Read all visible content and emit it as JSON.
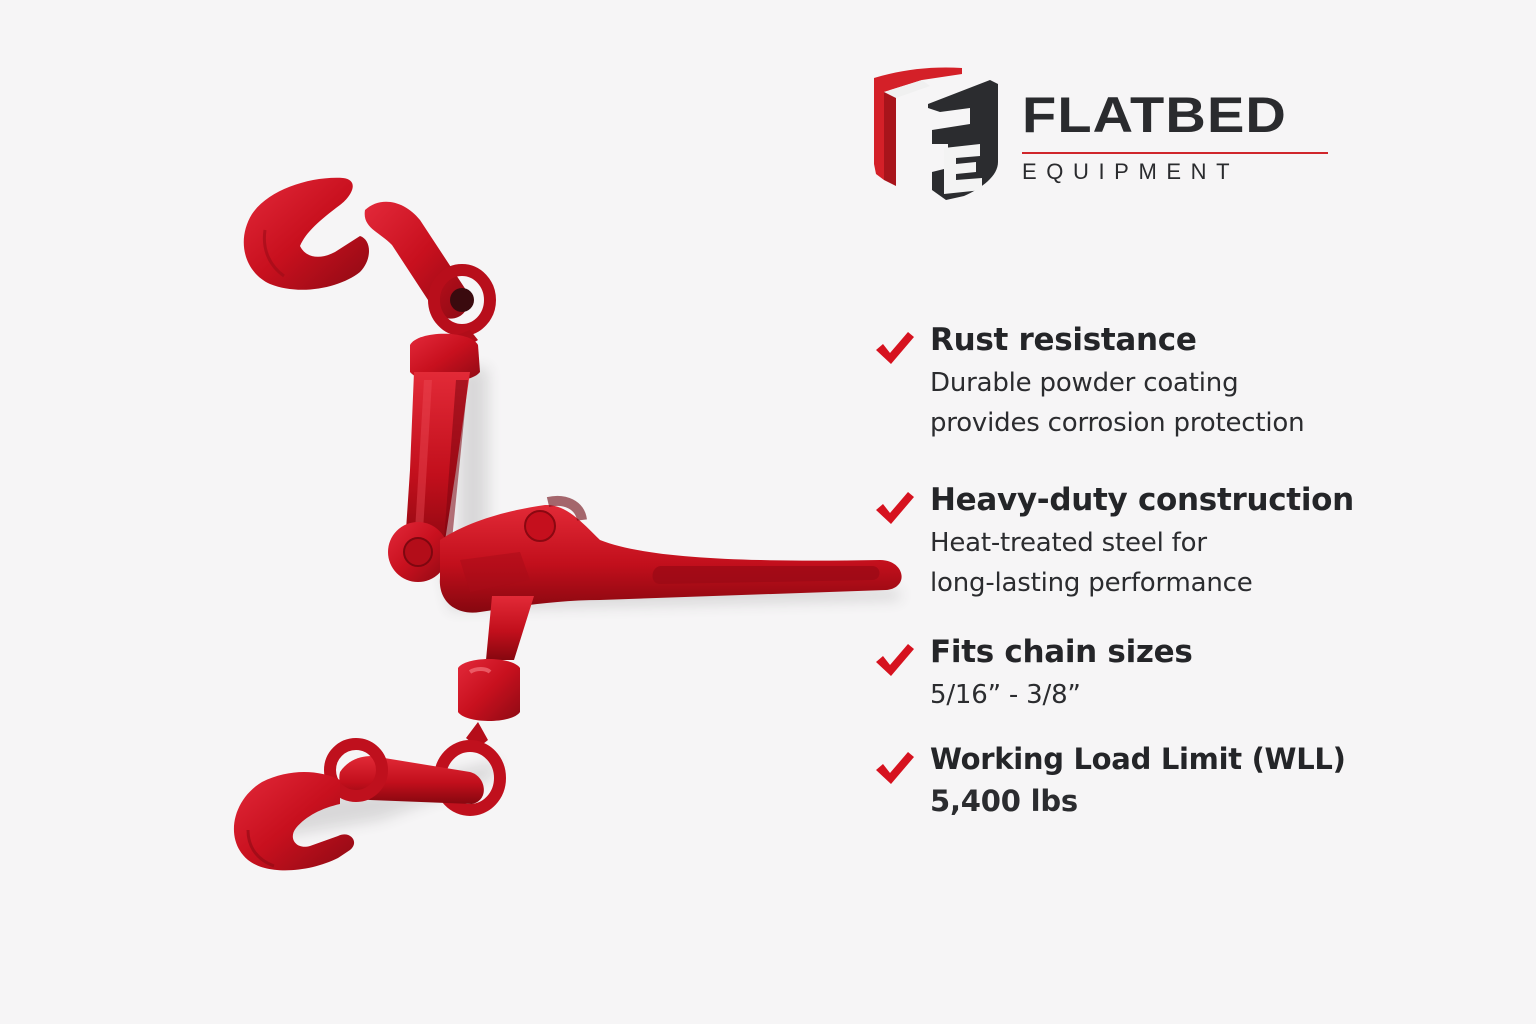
{
  "brand": {
    "name_line1": "FLATBED",
    "name_line2": "EQUIPMENT",
    "logo_icon": "shield-fe-monogram-icon",
    "colors": {
      "accent_red": "#d0262b",
      "dark": "#2a2b2e",
      "background": "#f6f5f6",
      "product_red": "#c8101e"
    }
  },
  "product": {
    "image_subject": "Red ratchet-free lever chain load binder with grab hooks",
    "icon": "lever-load-binder-icon"
  },
  "features": [
    {
      "icon": "checkmark-icon",
      "title": "Rust resistance",
      "description_lines": [
        "Durable powder coating",
        "provides corrosion protection"
      ]
    },
    {
      "icon": "checkmark-icon",
      "title": "Heavy-duty construction",
      "description_lines": [
        "Heat-treated steel for",
        "long-lasting performance"
      ]
    },
    {
      "icon": "checkmark-icon",
      "title": "Fits chain sizes",
      "description_lines": [
        "5/16” - 3/8”"
      ]
    },
    {
      "icon": "checkmark-icon",
      "title": "Working Load Limit (WLL)",
      "description_lines": [
        "5,400 lbs"
      ]
    }
  ]
}
